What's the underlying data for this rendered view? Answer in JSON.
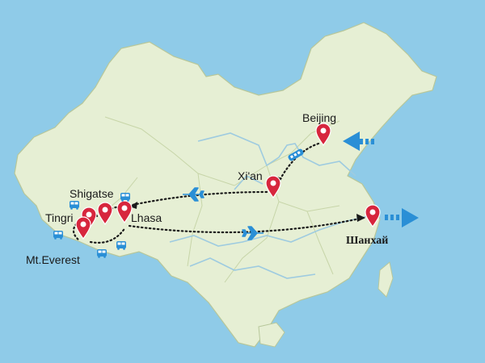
{
  "colors": {
    "sea": "#8fcbe8",
    "land": "#e6efd4",
    "border": "#c7d5a8",
    "river": "#9ecbe0",
    "pin": "#d7263d",
    "route": "#1a1a1a",
    "arrow": "#2a8fd6",
    "bus": "#2a8fd6"
  },
  "cities": [
    {
      "id": "beijing",
      "label": "Beijing"
    },
    {
      "id": "xian",
      "label": "Xi'an"
    },
    {
      "id": "shanghai",
      "label": "Шанхай"
    },
    {
      "id": "lhasa",
      "label": "Lhasa"
    },
    {
      "id": "shigatse",
      "label": "Shigatse"
    },
    {
      "id": "tingri",
      "label": "Tingri"
    },
    {
      "id": "everest",
      "label": "Mt.Everest"
    }
  ],
  "icons": {
    "bus": "bus-icon",
    "plane": "airplane-icon",
    "train": "train-icon",
    "pin": "map-pin-icon",
    "entry": "arrow-left-icon",
    "exit": "arrow-right-icon"
  }
}
